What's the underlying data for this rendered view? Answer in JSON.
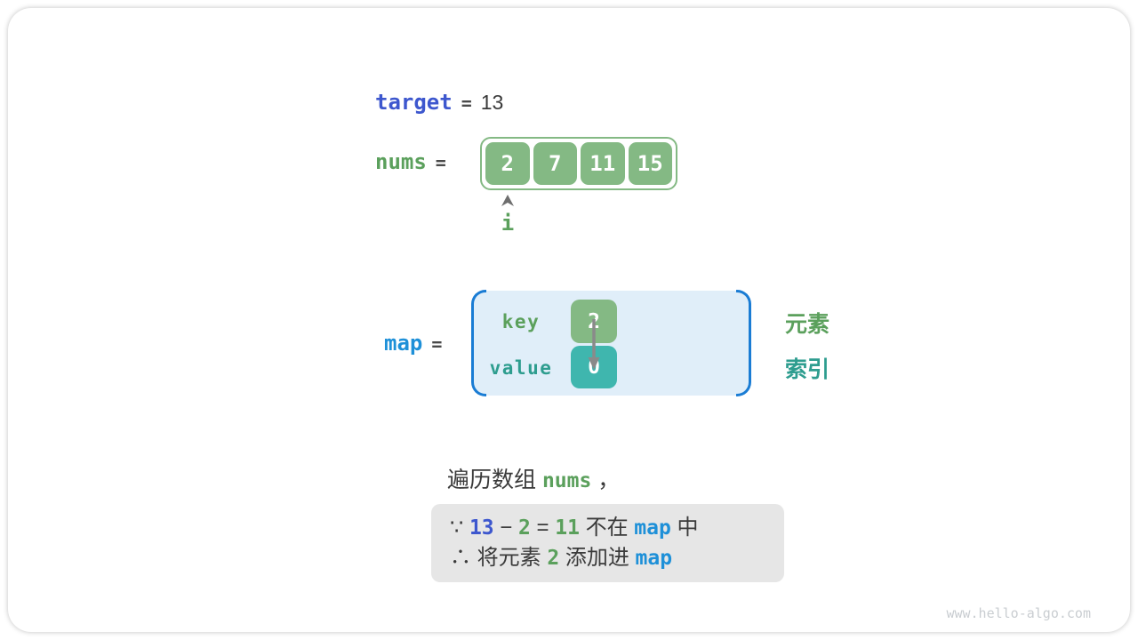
{
  "colors": {
    "royal_blue": "#3D57CE",
    "azure_blue": "#1E90D8",
    "green_text": "#5BA05C",
    "teal_text": "#2E9D8F",
    "green_box_fill": "#84B984",
    "teal_box_fill": "#3FB6AE",
    "map_fill": "#E0EEF9",
    "map_bracket": "#1A7CD4",
    "statement_panel": "#E6E6E6",
    "dark_text": "#3A3A3A",
    "footer_gray": "#C9CDD1"
  },
  "target_row": {
    "label": "target",
    "equals": "=",
    "value": "13"
  },
  "nums_row": {
    "label": "nums",
    "equals": "=",
    "cells": [
      "2",
      "7",
      "11",
      "15"
    ],
    "pointer_label": "i"
  },
  "map_row": {
    "label": "map",
    "equals": "=",
    "key_label": "key",
    "key_value": "2",
    "value_label": "value",
    "value_value": "0",
    "element_tag": "元素",
    "index_tag": "索引"
  },
  "caption": {
    "s0": "遍历数组 ",
    "s1": "nums",
    "s2": " ，"
  },
  "statement": {
    "line1": {
      "s0": "∵ ",
      "s1": "13",
      "s2": " − ",
      "s3": "2",
      "s4": " = ",
      "s5": "11",
      "s6": " 不在 ",
      "s7": "map",
      "s8": " 中"
    },
    "line2": {
      "s0": "∴ 将元素 ",
      "s1": "2",
      "s2": " 添加进 ",
      "s3": "map"
    }
  },
  "footer": {
    "site_url": "www.hello-algo.com"
  }
}
